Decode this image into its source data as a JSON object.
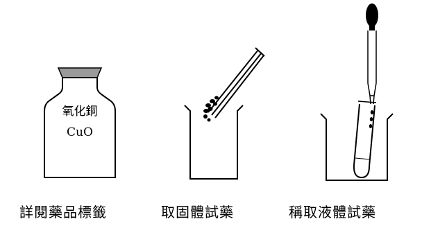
{
  "bottle": {
    "label_line1": "氧化銅",
    "label_line2": "CuO"
  },
  "captions": [
    "詳閱藥品標籤",
    "取固體試藥",
    "稱取液體試藥"
  ]
}
